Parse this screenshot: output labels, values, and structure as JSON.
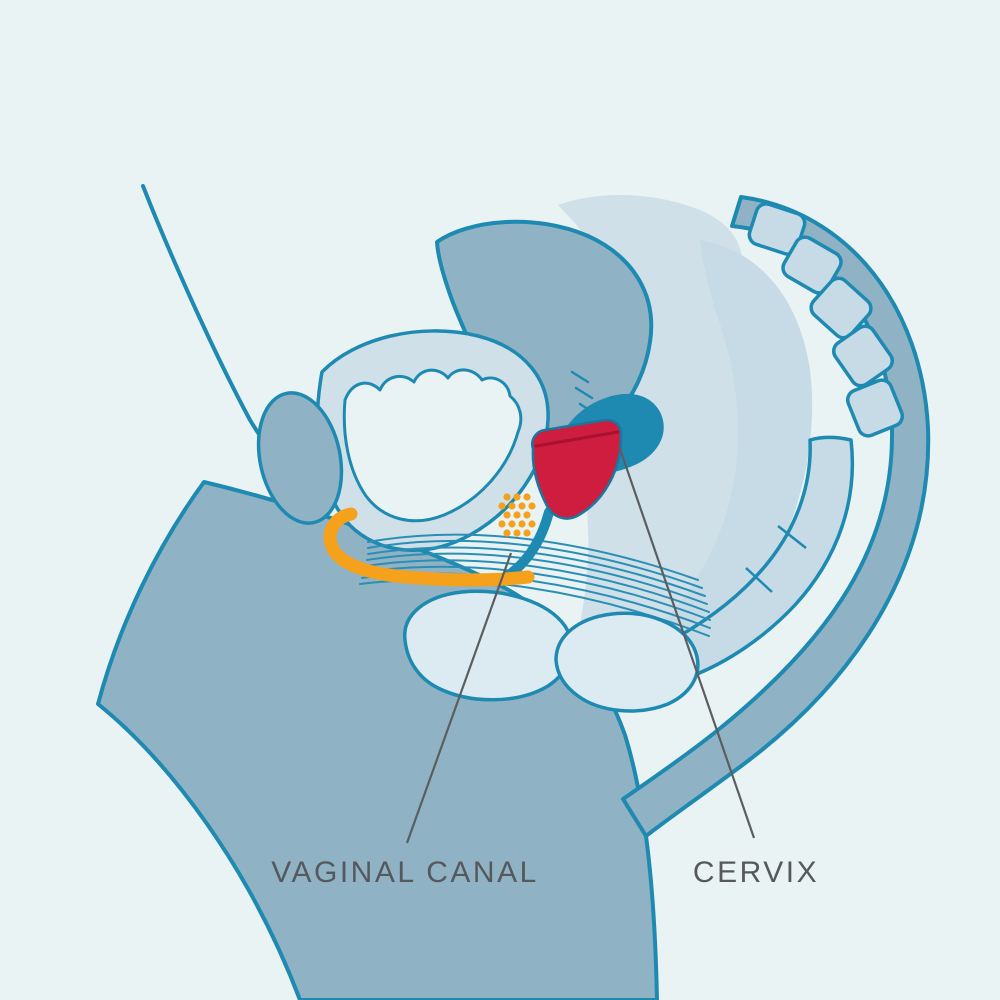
{
  "diagram": {
    "type": "anatomical-cross-section",
    "subject": "menstrual cup positioned in vaginal canal below cervix, side view of pelvis",
    "labels": {
      "vaginal_canal": "VAGINAL CANAL",
      "cervix": "CERVIX"
    },
    "colors": {
      "background": "#e9f3f4",
      "outline_teal": "#1e8ab2",
      "body_gray_blue": "#8fb3c4",
      "light_blue": "#c6dbe6",
      "pale_blue": "#cfe0e8",
      "lighter_blue": "#dcebf1",
      "pale_fill": "#eaf3f4",
      "cup_red": "#ce1d3e",
      "accent_orange": "#f5a11c",
      "label_text": "#55595c",
      "leader_line": "#5a5e61"
    }
  }
}
